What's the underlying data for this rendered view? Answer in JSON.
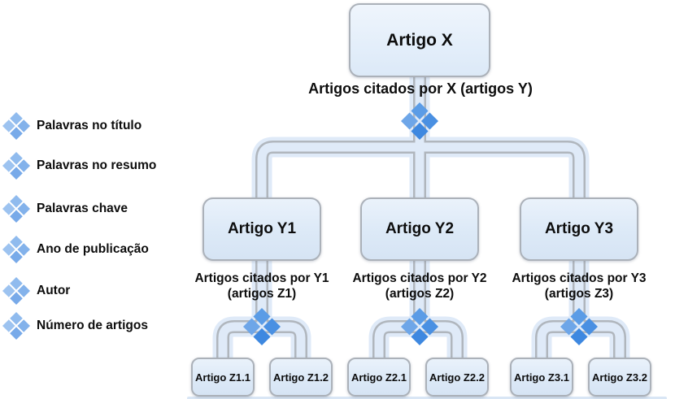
{
  "legend": {
    "items": [
      {
        "label": "Palavras no título"
      },
      {
        "label": "Palavras no resumo"
      },
      {
        "label": "Palavras chave"
      },
      {
        "label": "Ano de publicação"
      },
      {
        "label": "Autor"
      },
      {
        "label": "Número de artigos"
      }
    ]
  },
  "tree": {
    "root": {
      "label": "Artigo X",
      "caption": "Artigos citados por X (artigos Y)"
    },
    "branches": [
      {
        "label": "Artigo Y1",
        "caption_line1": "Artigos citados por Y1",
        "caption_line2": "(artigos Z1)",
        "children": [
          {
            "label": "Artigo Z1.1"
          },
          {
            "label": "Artigo Z1.2"
          }
        ]
      },
      {
        "label": "Artigo Y2",
        "caption_line1": "Artigos citados por Y2",
        "caption_line2": "(artigos Z2)",
        "children": [
          {
            "label": "Artigo Z2.1"
          },
          {
            "label": "Artigo Z2.2"
          }
        ]
      },
      {
        "label": "Artigo Y3",
        "caption_line1": "Artigos citados por Y3",
        "caption_line2": "(artigos Z3)",
        "children": [
          {
            "label": "Artigo Z3.1"
          },
          {
            "label": "Artigo Z3.2"
          }
        ]
      }
    ]
  },
  "colors": {
    "node_fill": "#dde9f7",
    "node_border": "#abb1b9",
    "pipe_fill": "#dfeaf8",
    "pipe_stroke": "#b0b6bd",
    "diamond_tree_blue": "#4a90e2",
    "diamond_legend_blue": "#8ab6ec",
    "text": "#0d0d0d"
  }
}
